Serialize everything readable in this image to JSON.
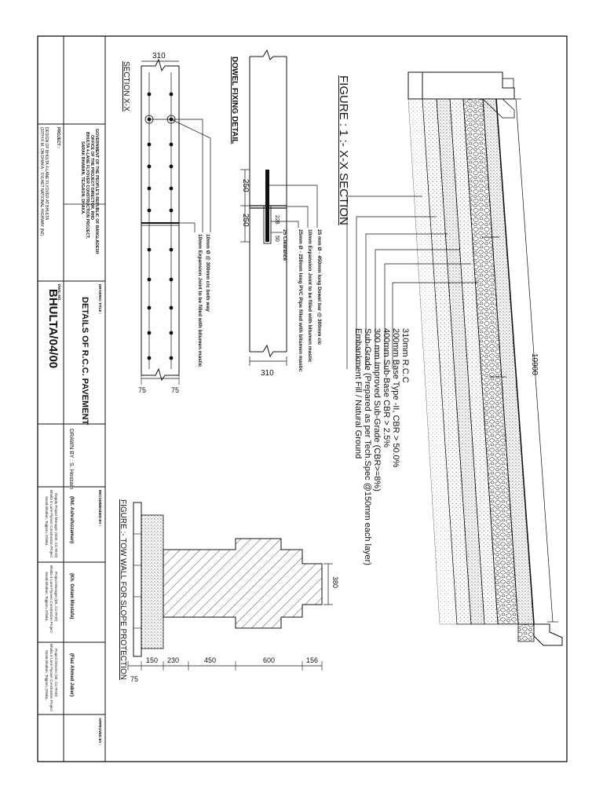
{
  "drawing": {
    "figure_main_title": "FIGURE : 1 :- X-X SECTION",
    "dowel_title": "DOWEL FIXING DETAIL",
    "section_title": "SECTION X-X",
    "toe_wall_title": "FIGURE :- TOW WALL FOR SLOPE PROTECTION",
    "overall_width": "10900",
    "layers": [
      "310mm R.C.C",
      "200mm Base Type -II, CBR > 50.0%",
      "400mm Sub-Base CBR > 2.5%",
      "300 mm Improved Sub-Grade (CBR>=8%)",
      "Sub-Grade (Prepared as per Tech.Spec @150mm each layer)",
      "Embankment Fill / Natural Ground"
    ],
    "dowel_notes": [
      "25 mm Ø - 450mm long Dowel bar @ 300mm c/c",
      "10mm Expansion Joint to be filled with bitumen mastic",
      "25mm Ø - 250mm long PVC Pipe filled with bitumen mastic",
      "25 Clearance"
    ],
    "section_notes": [
      "10mm Ø @ 300mm c/c both way",
      "10mm Expansion Joint to be filled with bitumen mastic"
    ],
    "dims": {
      "section_width": "310",
      "section_cover_a": "75",
      "section_cover_b": "75",
      "dowel_left": "250",
      "dowel_right": "250",
      "dowel_bottom": "310",
      "dowel_mid": "228",
      "dowel_small": "50",
      "toe_h": "380",
      "toe_parts": [
        "75",
        "150",
        "230",
        "450",
        "600",
        "156"
      ]
    }
  },
  "title_block": {
    "client_lines": [
      "GOVERNMENT OF THE PEOPLE'S REPUBLIC OF BANGLADESH",
      "OFFICE OF THE PROJECT DIRECTOR, RHD",
      "BHULTA 4-LANE FLYOVER CONSTRUCTION PROJECT,",
      "SARAK BHABAN, TEJGAON, DHAKA."
    ],
    "project_label": "PROJECT :",
    "project_lines": [
      "DESIGN OF BHULTA 4-LANE FLYOVER AT BHULTA",
      "(20TH K.M. ON DHAKA - SYLHET NATIONAL HIGHWAY (N2)."
    ],
    "drawing_title_label": "DRAWING TITLE :",
    "drawing_title": "DETAILS OF R.C.C. PAVEMENT",
    "dwg_no_label": "DWG. NO.",
    "dwg_no": "BHULTA/04/00",
    "drawn_by": "DRAWN BY :  S. Hossain",
    "recommended_label": "RECOMMENDED BY :",
    "approved_label": "APPROVED BY :",
    "signatories": [
      {
        "name": "(Md. Ashrafuzzaman)",
        "lines": [
          "Deputy Project Manager (SDE, CC-RHD)",
          "Bhulta 4-Lane Flyover Construction Project",
          "Sarak Bhaban, Tejgaon, Dhaka."
        ]
      },
      {
        "name": "(Kh. Golam Mostafa)",
        "lines": [
          "Project Manager (EE, CC-RHD)",
          "Bhulta 4-Lane Flyover Construction Project",
          "Sarak Bhaban, Tejgaon, Dhaka."
        ]
      },
      {
        "name": "(Fiaz Ahmed Jaber)",
        "lines": [
          "Project Director (SE, CC-RHD)",
          "Bhulta 4-Lane Flyover Construction Project",
          "Sarak Bhaban, Tejgaon, Dhaka."
        ]
      }
    ]
  }
}
